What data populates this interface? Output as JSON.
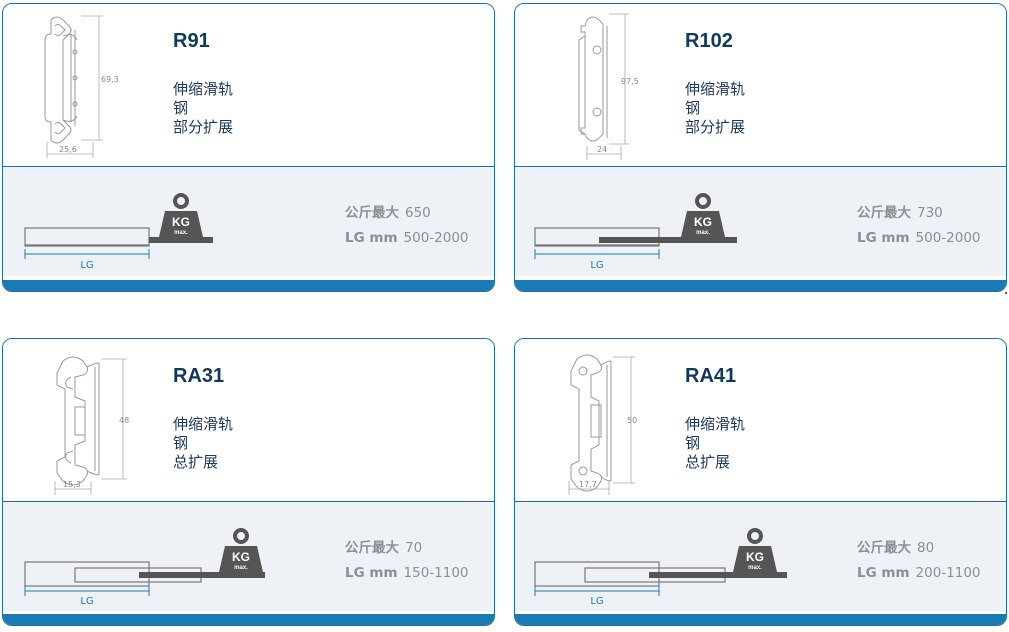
{
  "cards": [
    {
      "model": "R91",
      "desc": [
        "伸缩滑轨",
        "钢",
        "部分扩展"
      ],
      "profile_dims": {
        "height": "69,3",
        "width": "25,6"
      },
      "kg_label": "KG",
      "max_label": "max.",
      "lg_axis_label": "LG",
      "load_label": "公斤最大",
      "load_value": "650",
      "lg_label": "LG mm",
      "lg_value": "500-2000"
    },
    {
      "model": "R102",
      "desc": [
        "伸缩滑轨",
        "钢",
        "部分扩展"
      ],
      "profile_dims": {
        "height": "97,5",
        "width": "24"
      },
      "kg_label": "KG",
      "max_label": "max.",
      "lg_axis_label": "LG",
      "load_label": "公斤最大",
      "load_value": "730",
      "lg_label": "LG mm",
      "lg_value": "500-2000"
    },
    {
      "model": "RA31",
      "desc": [
        "伸缩滑轨",
        "钢",
        "总扩展"
      ],
      "profile_dims": {
        "height": "48",
        "width": "15,3"
      },
      "kg_label": "KG",
      "max_label": "max.",
      "lg_axis_label": "LG",
      "load_label": "公斤最大",
      "load_value": "70",
      "lg_label": "LG mm",
      "lg_value": "150-1100"
    },
    {
      "model": "RA41",
      "desc": [
        "伸缩滑轨",
        "钢",
        "总扩展"
      ],
      "profile_dims": {
        "height": "50",
        "width": "17,7"
      },
      "kg_label": "KG",
      "max_label": "max.",
      "lg_axis_label": "LG",
      "load_label": "公斤最大",
      "load_value": "80",
      "lg_label": "LG mm",
      "lg_value": "200-1100"
    }
  ],
  "colors": {
    "border": "#1f6f9e",
    "bar": "#1a7ab4",
    "title": "#113a5a",
    "bottom_bg": "#eef2f6",
    "rail_dark": "#555555",
    "dim_line": "#1a7ab4"
  }
}
